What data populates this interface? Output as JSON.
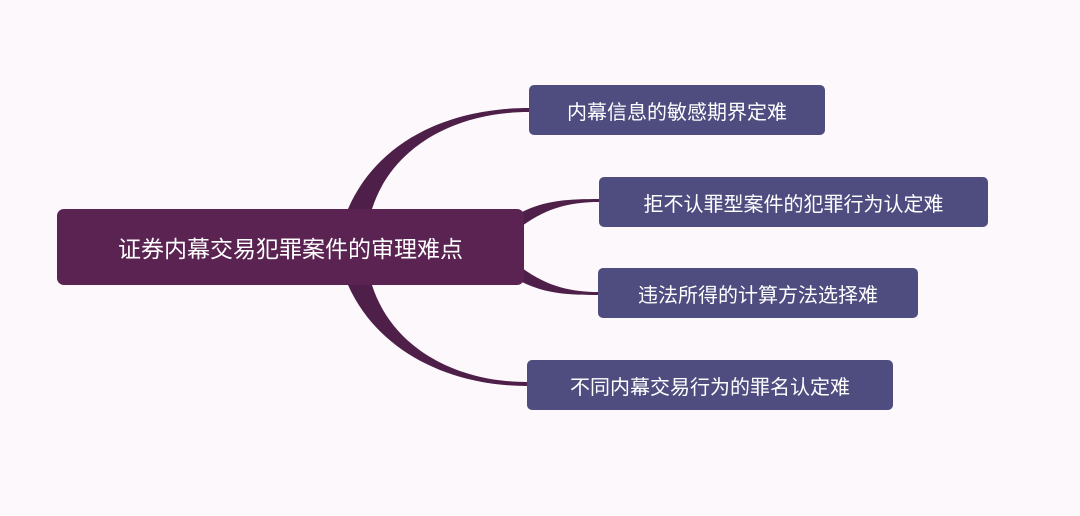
{
  "mindmap": {
    "root": "证券内幕交易犯罪案件的审理难点",
    "children": [
      "内幕信息的敏感期界定难",
      "拒不认罪型案件的犯罪行为认定难",
      "违法所得的计算方法选择难",
      "不同内幕交易行为的罪名认定难"
    ]
  },
  "colors": {
    "background": "#fcf8fb",
    "root": "#5a2352",
    "child": "#4f4d80",
    "connector": "#4e1f48"
  }
}
